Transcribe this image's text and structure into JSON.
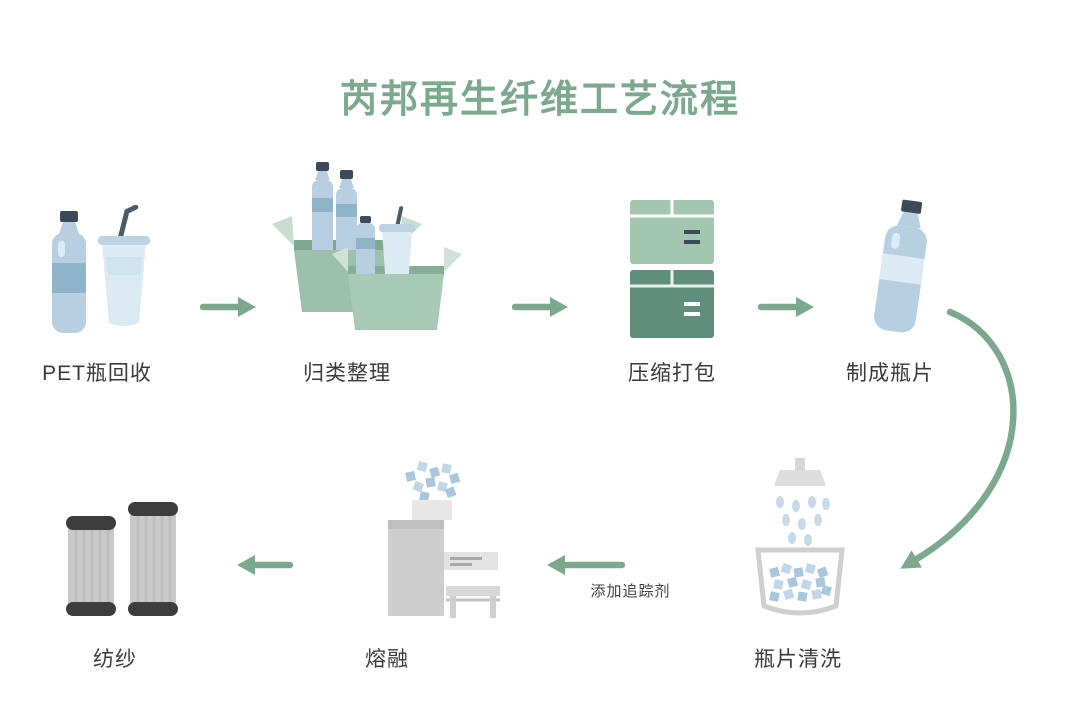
{
  "title": "芮邦再生纤维工艺流程",
  "colors": {
    "accent_green": "#7CA98E",
    "dark_green_bale": "#5F8F7C",
    "light_green_bale": "#A3C6B1",
    "box_green": "#9CC0AB",
    "bottle_blue": "#B7CFE0",
    "flake_blue": "#A9C6DC",
    "label_text": "#3A3A3A",
    "machine_gray": "#CDCDCD"
  },
  "steps": [
    {
      "id": "pet_recycling",
      "label": "PET瓶回收"
    },
    {
      "id": "sorting",
      "label": "归类整理"
    },
    {
      "id": "baling",
      "label": "压缩打包"
    },
    {
      "id": "flaking",
      "label": "制成瓶片"
    },
    {
      "id": "washing",
      "label": "瓶片清洗"
    },
    {
      "id": "melting",
      "label": "熔融"
    },
    {
      "id": "spinning",
      "label": "纺纱"
    }
  ],
  "annotations": {
    "tracer_label": "添加追踪剂"
  }
}
